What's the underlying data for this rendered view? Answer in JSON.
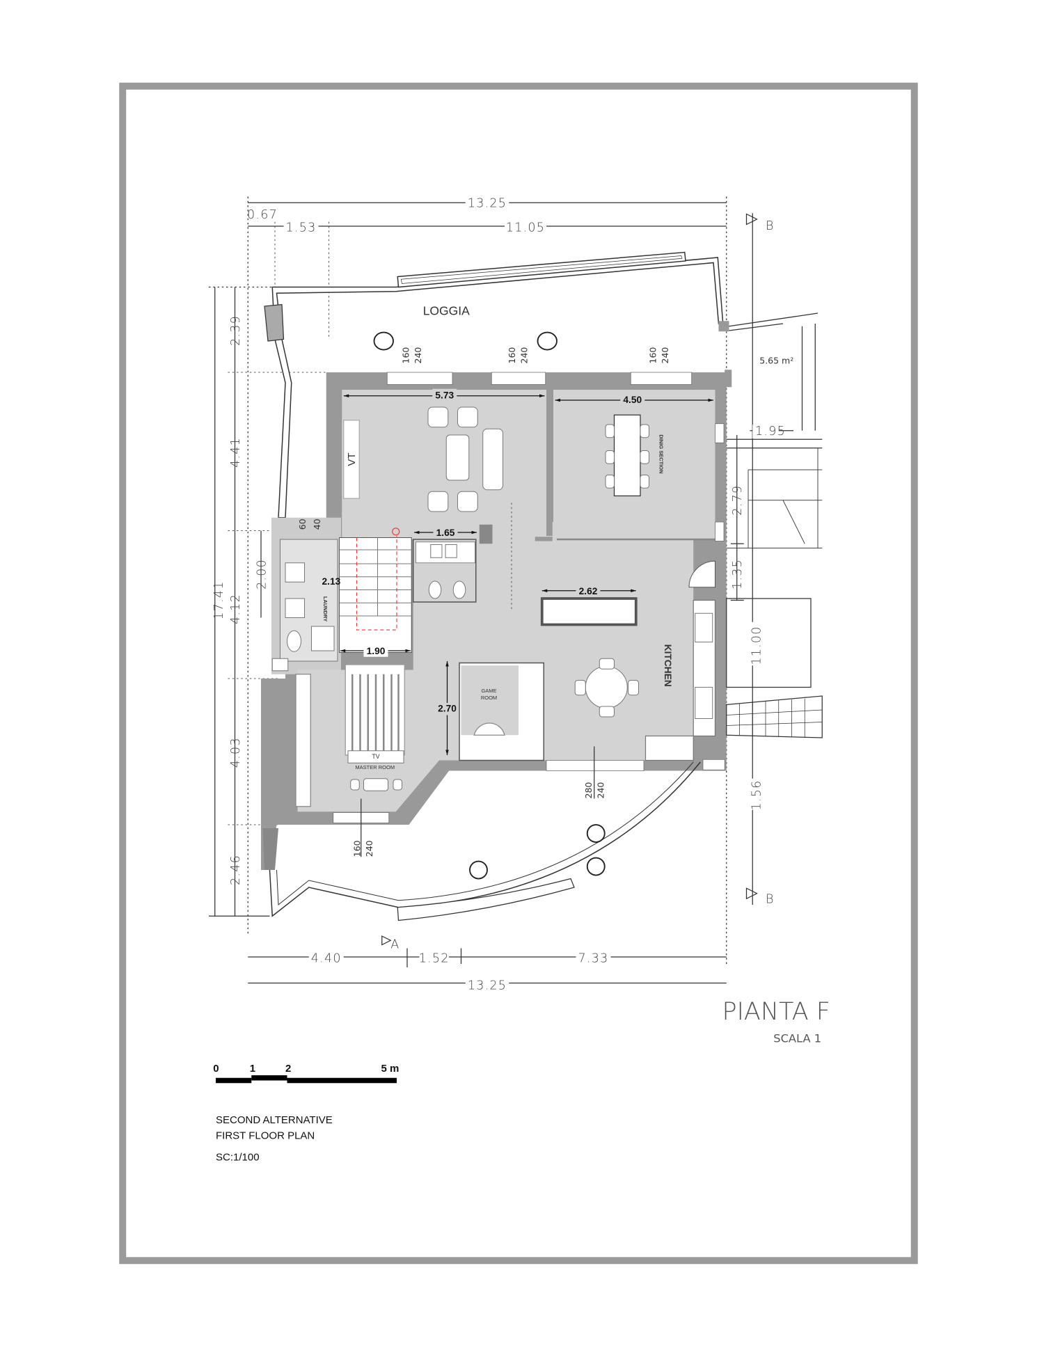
{
  "dimensions": {
    "top_total": "13.25",
    "top_a": "0.67",
    "top_b": "1.53",
    "top_c": "11.05",
    "bottom_a": "4.40",
    "bottom_b": "1.52",
    "bottom_c": "7.33",
    "bottom_total": "13.25",
    "left_total": "17.41",
    "left_a": "2.39",
    "left_b": "4.41",
    "left_c": "4.12",
    "left_c_sub": "2.00",
    "left_d": "4.03",
    "left_e": "2.46",
    "right_a": "1.95",
    "right_b": "2.79",
    "right_c": "1.35",
    "right_d": "11.00",
    "right_e": "1.56",
    "living_width": "5.73",
    "dining_width": "4.50",
    "bath_width": "1.65",
    "laundry_height": "2.13",
    "stair_width": "1.90",
    "island_width": "2.62",
    "game_height": "2.70"
  },
  "window_notes": [
    {
      "h": "160",
      "s": "240"
    },
    {
      "h": "160",
      "s": "240"
    },
    {
      "h": "160",
      "s": "240"
    },
    {
      "h": "160",
      "s": "240"
    },
    {
      "h": "280",
      "s": "240"
    }
  ],
  "laundry_note": {
    "a": "60",
    "b": "40"
  },
  "area_note": "5.65 m²",
  "rooms": {
    "loggia": "LOGGIA",
    "tv_living": "VT",
    "dining": "DINIG SECTION",
    "laundry": "LAUNDRY",
    "kitchen": "KITCHEN",
    "game_line1": "GAME",
    "game_line2": "ROOM",
    "tv_master": "TV",
    "master": "MASTER ROOM"
  },
  "section_marks": {
    "b_top": "B",
    "b_bottom": "B",
    "a": "A"
  },
  "sheet": {
    "title": "PIANTA F",
    "scale": "SCALA 1"
  },
  "scale_bar": {
    "labels": [
      "0",
      "1",
      "2",
      "5 m"
    ]
  },
  "caption": {
    "line1": "SECOND ALTERNATIVE",
    "line2": "FIRST FLOOR PLAN",
    "line3": "SC:1/100"
  }
}
